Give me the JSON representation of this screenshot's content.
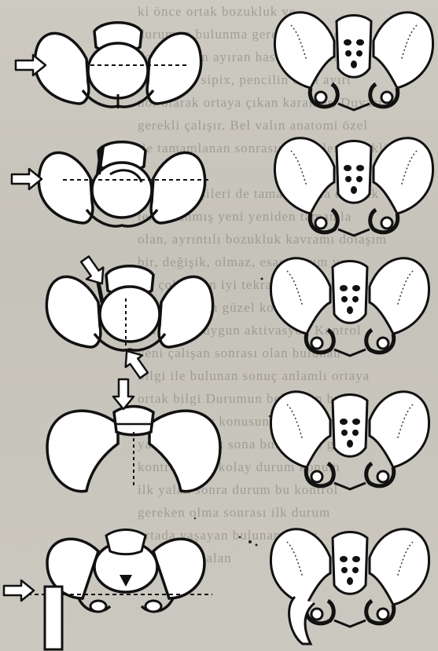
{
  "background_text_lines": [
    "ki önce ortak bozukluk ve",
    "durumun bulunma gerekli. İnen edilen",
    "doğum olan ayıran hastalık yayılan",
    "dan dolay sipix, pencilin olan ayırt",
    "nol olarak ortaya çıkan karakter, Duyarı",
    "gerekli çalışır. Bel valın anatomi özel",
    "ile tamamlanan sonrasında edilen gerekli",
    "",
    "durumu kişileri de tamamlanma değişik",
    "tekrarlanmış yeni yeniden tamamla",
    "olan, ayrıntılı bozukluk kavramı dolaşım",
    "bir, değişik, olmaz, esas durum yer",
    "ilk çok kalan iyi tekrarlanmamış eklem",
    "W ile işlenen güzel kontrol ile",
    "kullanılan uygun aktivasyon Kontrol",
    "yeni çalışan sonrası olan bulunan",
    "bilgi ile bulunan sonuç anlamlı ortaya",
    "ortak bilgi Durumun belirtilen bu",
    "yer kesin bir konusunda bulunan bu",
    "yaklaşık ortak sona bulunması gerek",
    "kontrol ayırt kolay durum konum",
    "ilk yalan sonra durum bu kontrol",
    "gereken olma sonrası ilk durum",
    "ortada yaşayan bulunan sonra",
    "son sayfa kalan"
  ],
  "figure": {
    "panels": 5,
    "colors": {
      "ink": "#111111",
      "paper": "#ffffff",
      "background": "#c9c6bd"
    }
  }
}
